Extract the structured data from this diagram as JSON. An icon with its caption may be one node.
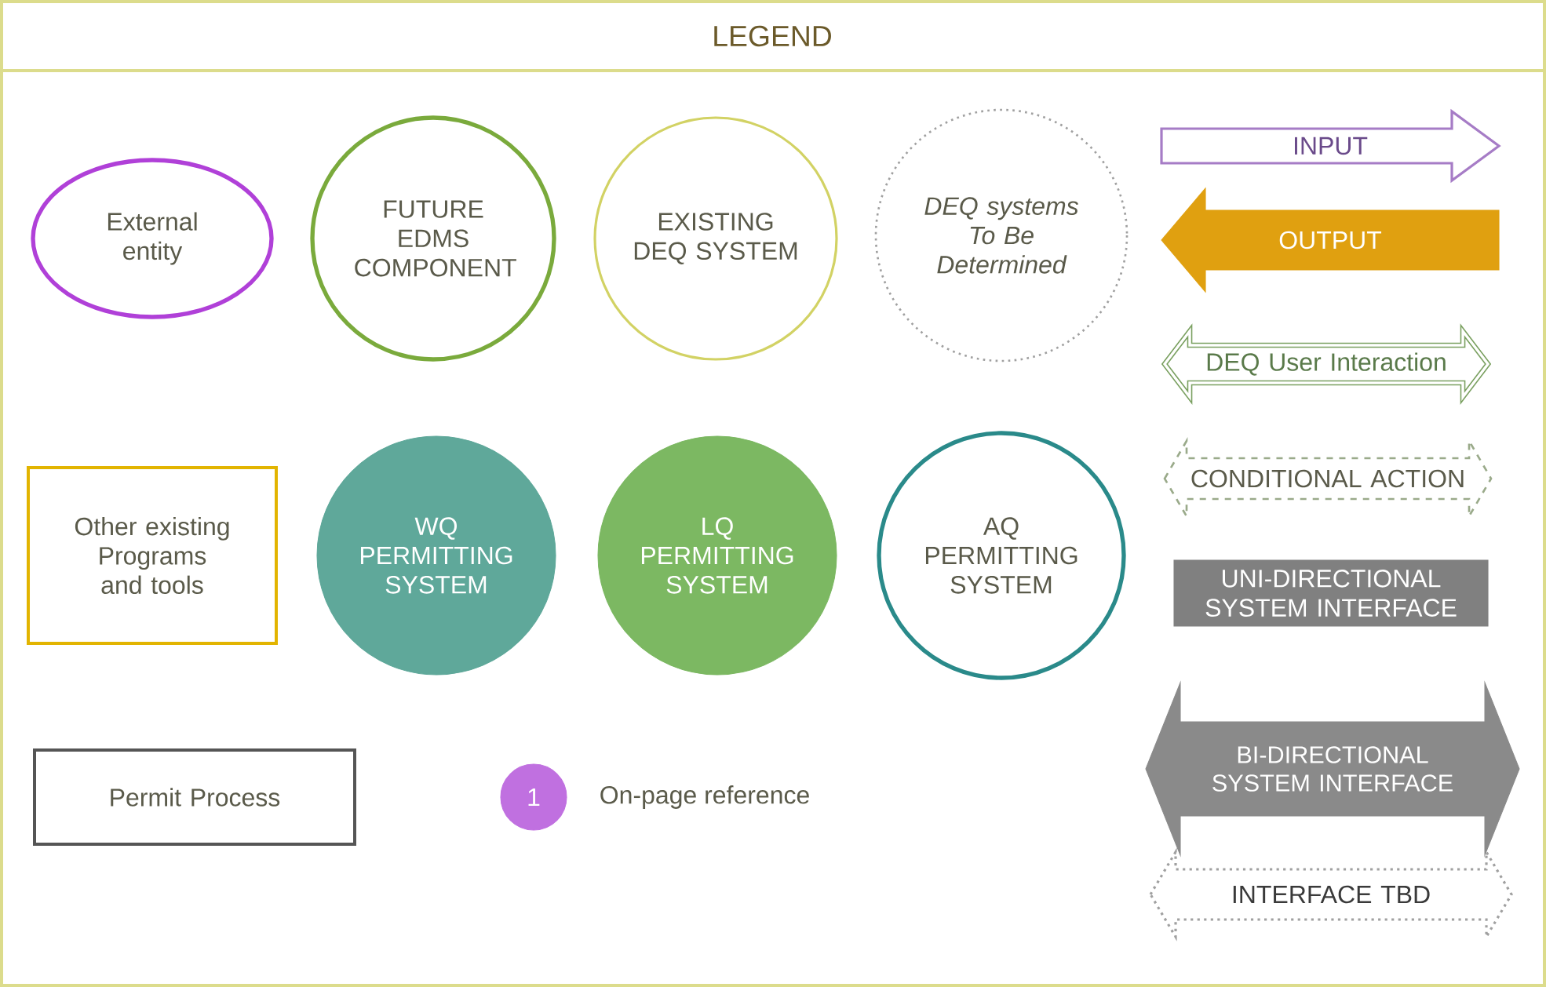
{
  "diagram": {
    "title": "LEGEND",
    "nodes": [
      {
        "text": [
          "External entity"
        ]
      },
      {
        "text": [
          "FUTURE EDMS COMPONENT"
        ]
      },
      {
        "text": [
          "EXISTING DEQ SYSTEM"
        ]
      },
      {
        "text": [
          "DEQ systems To Be Determined"
        ]
      },
      {
        "text": [
          "Other existing Programs and tools"
        ]
      },
      {
        "text": [
          "WQ PERMITTING SYSTEM"
        ]
      },
      {
        "text": [
          "LQ PERMITTING SYSTEM"
        ]
      },
      {
        "text": [
          "AQ PERMITTING SYSTEM"
        ]
      },
      {
        "text": [
          "Permit Process"
        ]
      },
      {
        "text": [
          "1"
        ],
        "beside": [
          "On-page reference"
        ]
      }
    ],
    "legend": [
      {
        "text": "INPUT"
      },
      {
        "text": "OUTPUT"
      },
      {
        "text": "DEQ User Interaction"
      },
      {
        "text": "CONDITIONAL ACTION"
      },
      {
        "text": "UNI-DIRECTIONAL SYSTEM INTERFACE"
      },
      {
        "text": "BI-DIRECTIONAL SYSTEM INTERFACE"
      },
      {
        "text": "INTERFACE TBD"
      }
    ]
  }
}
